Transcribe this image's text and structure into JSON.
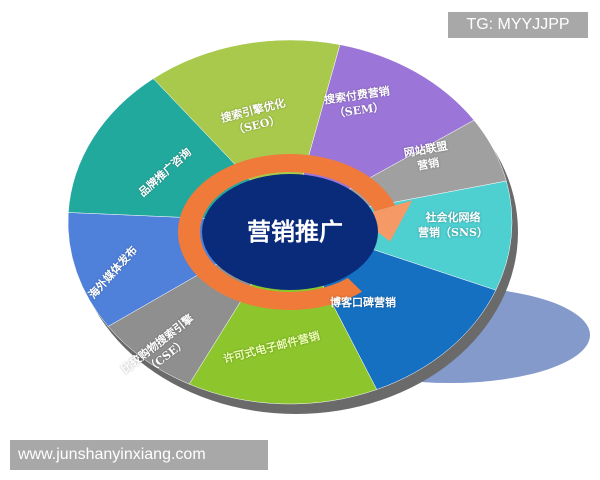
{
  "center_title": "营销推广",
  "segments": [
    {
      "label": "搜索付费营销",
      "sub": "（SEM）",
      "color": "#9b76d8"
    },
    {
      "label": "网站联盟",
      "sub": "营销",
      "color": "#a0a0a0"
    },
    {
      "label": "社会化网络",
      "sub": "营销（SNS）",
      "color": "#4ecfd0"
    },
    {
      "label": "博客口碑营销",
      "color": "#1670c2"
    },
    {
      "label": "许可式电子邮件营销",
      "color": "#8cc52c"
    },
    {
      "label": "比较购物搜索引擎",
      "sub": "（CSE）",
      "color": "#8f8f8f"
    },
    {
      "label": "海外媒体发布",
      "color": "#4f80da"
    },
    {
      "label": "品牌推广咨询",
      "color": "#22a99e"
    },
    {
      "label": "搜索引擎优化",
      "sub": "（SEO）",
      "color": "#a8c94c"
    }
  ],
  "colors": {
    "arrow": "#f07a3a",
    "core": "#0a2a7a",
    "shadow": "#6e88c2"
  },
  "watermarks": {
    "top_right": "TG: MYYJJPP",
    "bottom_left": "www.junshanyinxiang.com"
  }
}
